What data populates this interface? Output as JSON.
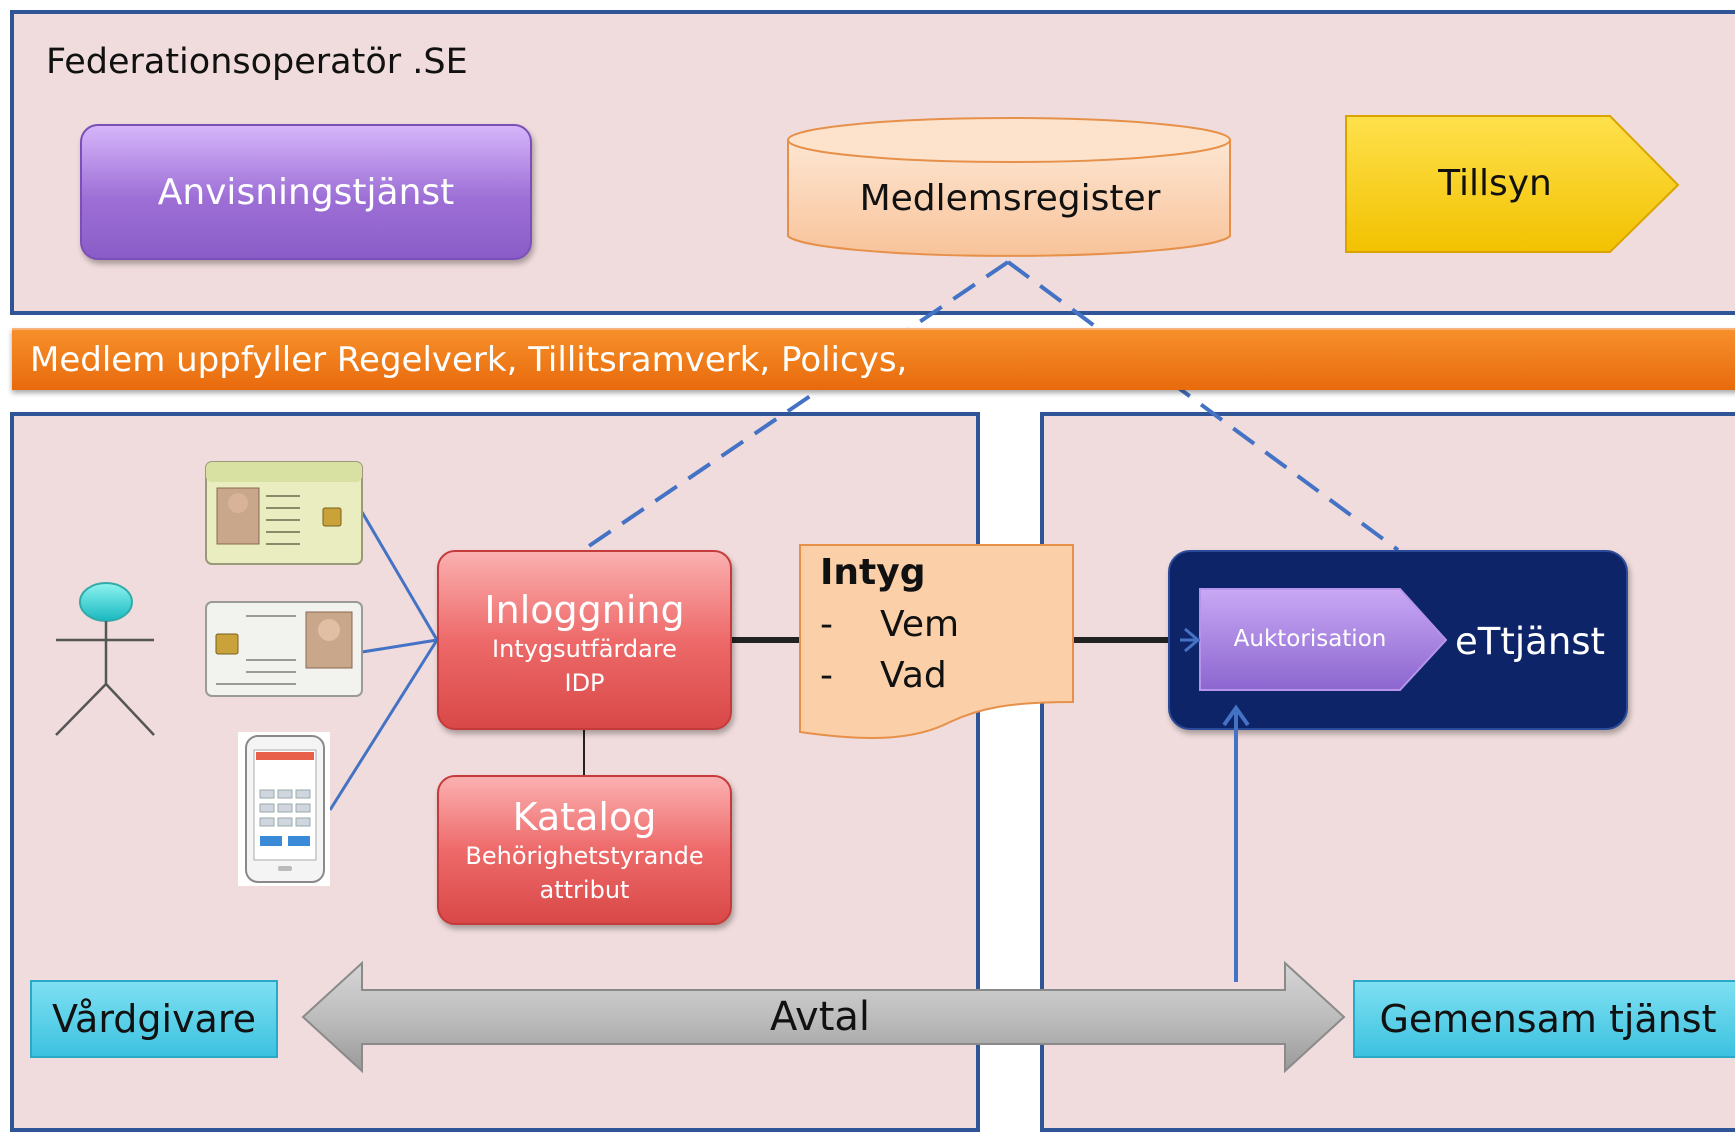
{
  "top": {
    "title": "Federationsoperatör .SE",
    "anvisning": "Anvisningstjänst",
    "register": "Medlemsregister",
    "tillsyn": "Tillsyn"
  },
  "policy_band": "Medlem uppfyller Regelverk, Tillitsramverk, Policys,",
  "left": {
    "inloggning_title": "Inloggning",
    "inloggning_sub1": "Intygsutfärdare",
    "inloggning_sub2": "IDP",
    "katalog_title": "Katalog",
    "katalog_sub1": "Behörighetstyrande",
    "katalog_sub2": "attribut",
    "label": "Vårdgivare"
  },
  "intyg": {
    "title": "Intyg",
    "items": [
      {
        "dash": "-",
        "text": "Vem"
      },
      {
        "dash": "-",
        "text": "Vad"
      }
    ]
  },
  "right": {
    "auktorisation": "Auktorisation",
    "ettjanst": "eTtjänst",
    "label": "Gemensam tjänst"
  },
  "avtal": "Avtal",
  "colors": {
    "panel_bg": "#f0dcdc",
    "panel_border": "#2f5597",
    "policy_band": "#ed7d16",
    "anvisning": "#9d6fd6",
    "register": "#fbd3b0",
    "tillsyn": "#ffd200",
    "redbox": "#ee6a6a",
    "ettjanst": "#0d2468",
    "cyan_label": "#4ccbe6",
    "connector": "#4472c4"
  }
}
